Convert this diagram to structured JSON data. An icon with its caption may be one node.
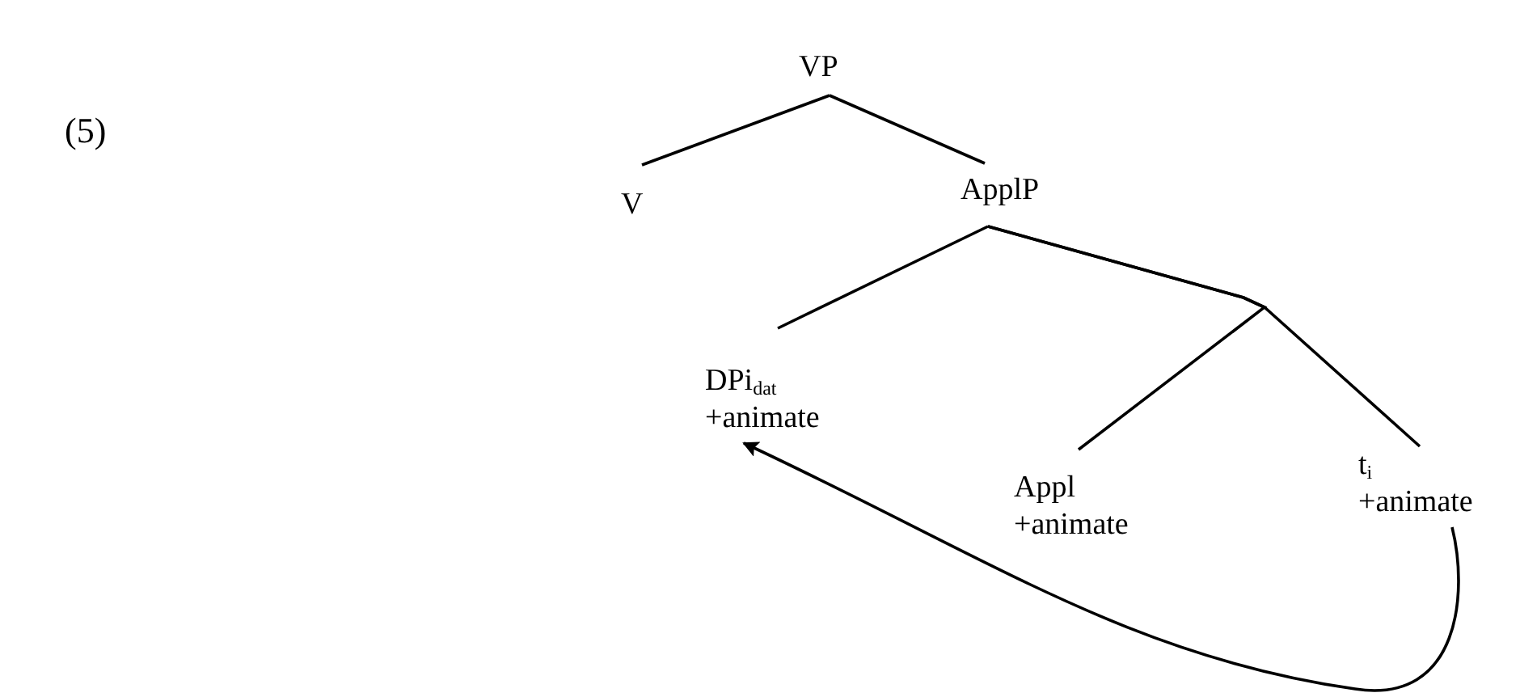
{
  "diagram": {
    "nodes": [
      {
        "text": [
          "VP"
        ]
      },
      {
        "text": [
          "V"
        ]
      },
      {
        "text": [
          "ApplP"
        ]
      },
      {
        "text": [
          "DPi$_{dat}$",
          "+animate"
        ]
      },
      {
        "text": [
          "Appl",
          "+animate"
        ]
      },
      {
        "text": [
          "t$_{i}$",
          "+animate"
        ]
      }
    ],
    "edges": [
      {
        "from": 0,
        "to": 1,
        "arrow": "none"
      },
      {
        "from": 0,
        "to": 2,
        "arrow": "none"
      },
      {
        "from": 2,
        "to": 3,
        "arrow": "none"
      },
      {
        "from": 2,
        "to": 4,
        "arrow": "none"
      },
      {
        "from": 2,
        "to": 5,
        "arrow": "none"
      },
      {
        "from": 5,
        "to": 3,
        "arrow": "to"
      }
    ],
    "labels": [
      "(5)"
    ]
  }
}
